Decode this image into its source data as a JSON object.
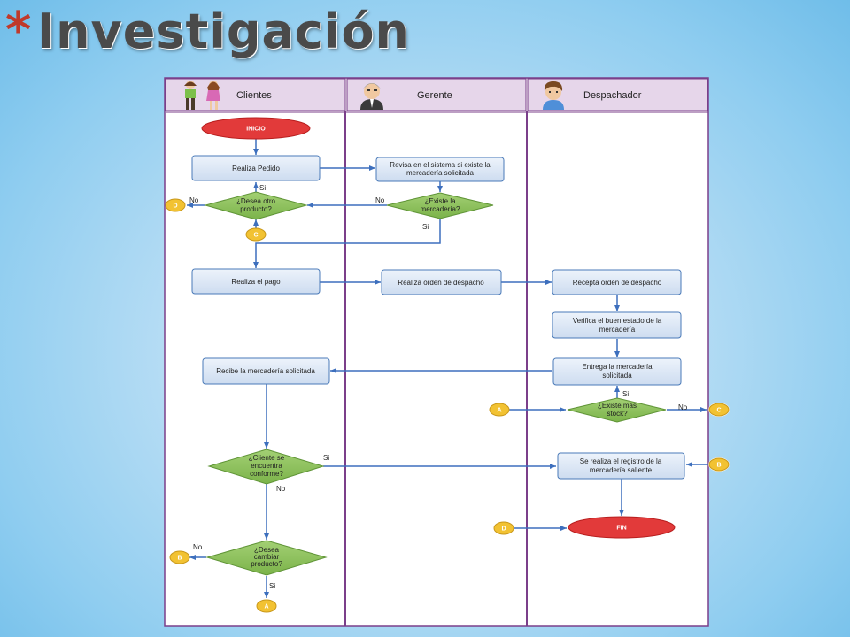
{
  "slide": {
    "bullet": "*",
    "title": "Investigación"
  },
  "lanes": {
    "clientes": "Clientes",
    "gerente": "Gerente",
    "despachador": "Despachador"
  },
  "nodes": {
    "inicio": "INICIO",
    "realiza_pedido": "Realiza Pedido",
    "revisa_l1": "Revisa en el sistema si existe la",
    "revisa_l2": "mercadería solicitada",
    "desea_otro_l1": "¿Desea otro",
    "desea_otro_l2": "producto?",
    "existe_merc_l1": "¿Existe la",
    "existe_merc_l2": "mercadería?",
    "realiza_pago": "Realiza el pago",
    "realiza_orden": "Realiza orden de despacho",
    "recepta_orden": "Recepta orden de despacho",
    "verifica_l1": "Verifica el buen estado de la",
    "verifica_l2": "mercadería",
    "recibe": "Recibe la mercadería solicitada",
    "entrega_l1": "Entrega la mercadería",
    "entrega_l2": "solicitada",
    "existe_stock_l1": "¿Existe más",
    "existe_stock_l2": "stock?",
    "conforme_l1": "¿Cliente se",
    "conforme_l2": "encuentra",
    "conforme_l3": "conforme?",
    "registro_l1": "Se realiza el registro de la",
    "registro_l2": "mercadería saliente",
    "desea_cambiar_l1": "¿Desea",
    "desea_cambiar_l2": "cambiar",
    "desea_cambiar_l3": "producto?",
    "fin": "FIN"
  },
  "connectors": {
    "d_left": "D",
    "c_left": "C",
    "a_right": "A",
    "c_right": "C",
    "b_right": "B",
    "d_right": "D",
    "b_left": "B",
    "a_bottom": "A"
  },
  "edge_labels": {
    "si": "Si",
    "no": "No"
  },
  "colors": {
    "lane_header": "#e6d6ea",
    "lane_border": "#7b3f8a",
    "process_fill": "#dbe6f4",
    "process_border": "#4a7ab8",
    "decision_fill": "#8cc05a",
    "terminal_fill": "#e23a3a",
    "connector_fill": "#f2c232",
    "arrow": "#3d6fbd"
  }
}
